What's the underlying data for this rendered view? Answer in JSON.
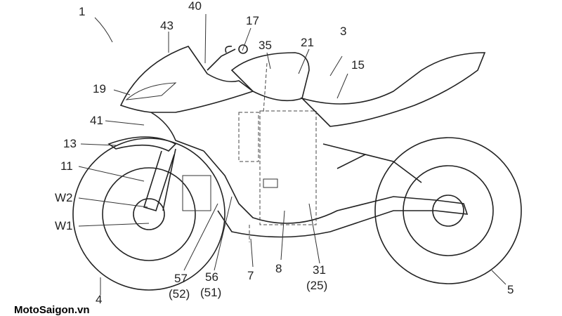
{
  "figure": {
    "labels": {
      "l1": "1",
      "l40": "40",
      "l17": "17",
      "l43": "43",
      "l35": "35",
      "l21": "21",
      "l3": "3",
      "l15": "15",
      "l19": "19",
      "l41": "41",
      "l13": "13",
      "l11": "11",
      "lW2": "W2",
      "lW1": "W1",
      "l4": "4",
      "l57": "57",
      "l52": "(52)",
      "l56": "56",
      "l51": "(51)",
      "l7": "7",
      "l8": "8",
      "l31": "31",
      "l25": "(25)",
      "l5": "5"
    },
    "watermark": "MotoSaigon.vn"
  }
}
